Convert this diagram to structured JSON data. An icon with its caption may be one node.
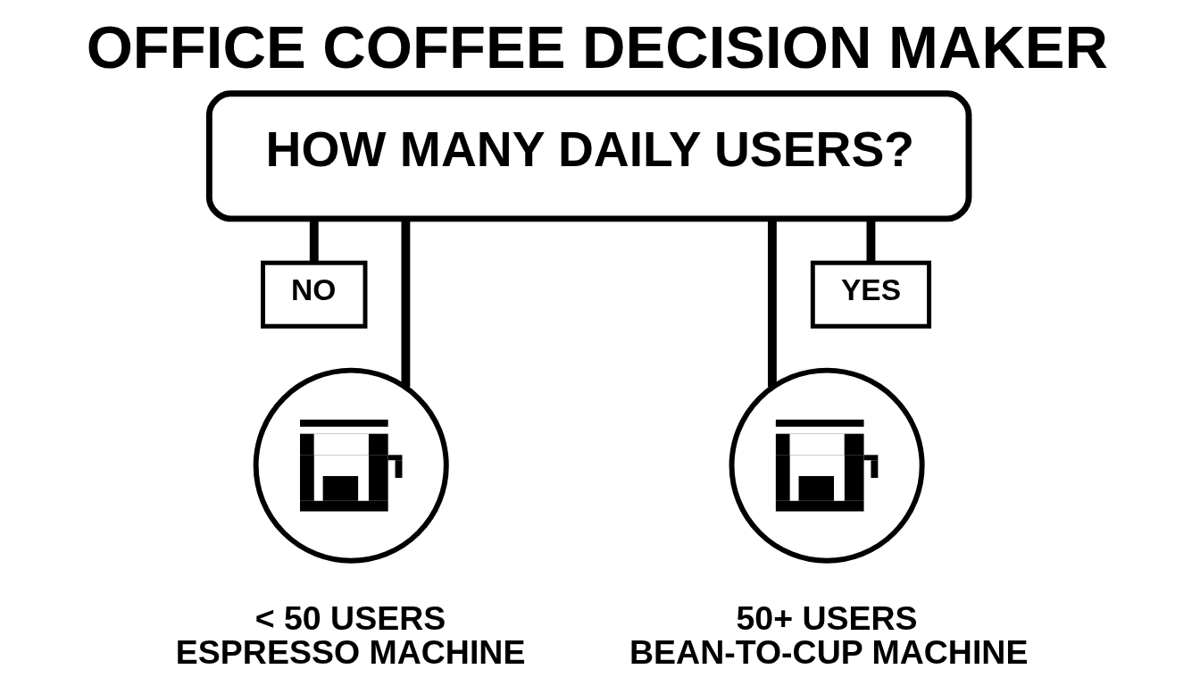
{
  "diagram": {
    "title": "OFFICE COFFEE DECISION MAKER",
    "nodes": [
      {
        "text": [
          "HOW MANY DAILY USERS?"
        ]
      },
      {
        "text": [
          "NO"
        ]
      },
      {
        "text": [
          "YES"
        ]
      },
      {
        "text": [],
        "shape": "circle",
        "beside": [
          "< 50 USERS",
          "ESPRESSO MACHINE"
        ]
      },
      {
        "text": [],
        "shape": "circle",
        "beside": [
          "50+ USERS",
          "BEAN-TO-CUP MACHINE"
        ]
      }
    ],
    "edges": [
      {
        "from": 0,
        "to": 1,
        "arrow": "none"
      },
      {
        "from": 0,
        "to": 3,
        "arrow": "none"
      },
      {
        "from": 0,
        "to": 4,
        "arrow": "none"
      },
      {
        "from": 0,
        "to": 2,
        "arrow": "none"
      }
    ]
  }
}
